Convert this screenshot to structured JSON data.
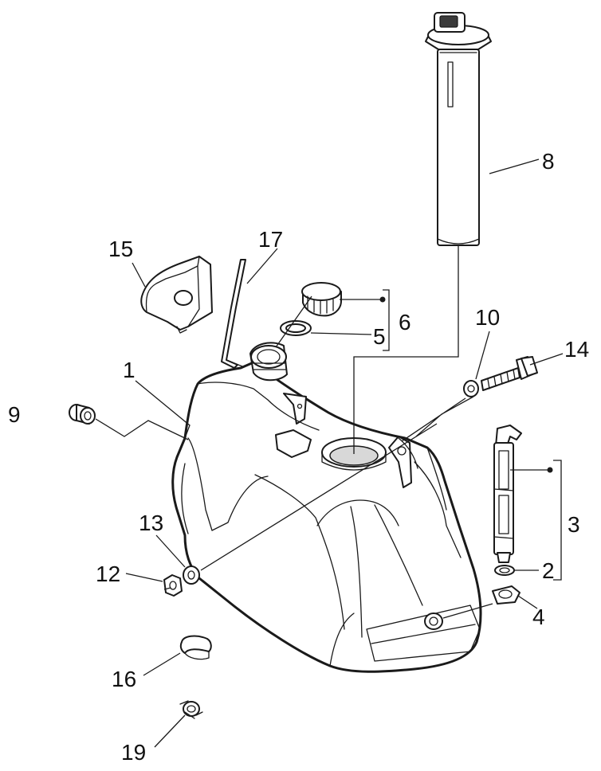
{
  "diagram": {
    "callouts": [
      {
        "id": "1",
        "text": "1"
      },
      {
        "id": "2",
        "text": "2"
      },
      {
        "id": "3",
        "text": "3"
      },
      {
        "id": "4",
        "text": "4"
      },
      {
        "id": "5",
        "text": "5"
      },
      {
        "id": "6",
        "text": "6"
      },
      {
        "id": "8",
        "text": "8"
      },
      {
        "id": "9",
        "text": "9"
      },
      {
        "id": "10",
        "text": "10"
      },
      {
        "id": "12",
        "text": "12"
      },
      {
        "id": "13",
        "text": "13"
      },
      {
        "id": "14",
        "text": "14"
      },
      {
        "id": "15",
        "text": "15"
      },
      {
        "id": "16",
        "text": "16"
      },
      {
        "id": "17",
        "text": "17"
      },
      {
        "id": "19",
        "text": "19"
      }
    ],
    "colors": {
      "line": "#1a1a1a",
      "background": "#ffffff"
    }
  }
}
